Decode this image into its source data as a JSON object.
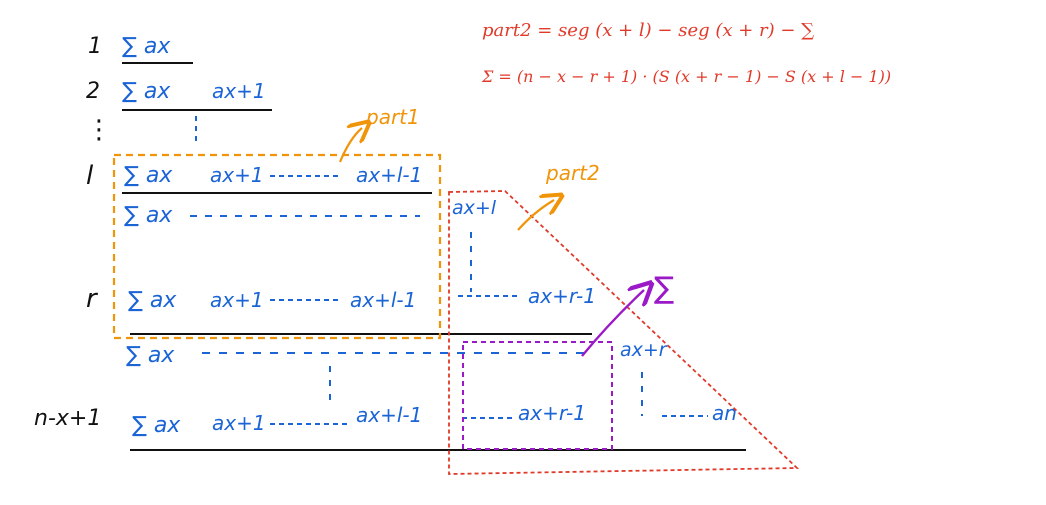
{
  "colors": {
    "blue": "#1a64d6",
    "black": "#111111",
    "orange": "#f0950a",
    "red": "#e03a2a",
    "purple": "#9b19c7"
  },
  "formulas": {
    "part2": "part2 = seg (x + l) − seg (x + r) − ∑",
    "sigma": "Σ = (n − x − r + 1) · (S (x + r − 1) − S (x + l − 1))"
  },
  "row_labels": {
    "r1": "1",
    "r2": "2",
    "dots": "⋮",
    "rl": "l",
    "rr": "r",
    "rn": "n-x+1"
  },
  "terms": {
    "sum_ax": "∑ ax",
    "ax1": "ax+1",
    "axl1": "ax+l-1",
    "axl": "ax+l",
    "axr1": "ax+r-1",
    "axr": "ax+r",
    "an": "an"
  },
  "annotations": {
    "part1": "part1",
    "part2": "part2",
    "sigma": "∑"
  }
}
